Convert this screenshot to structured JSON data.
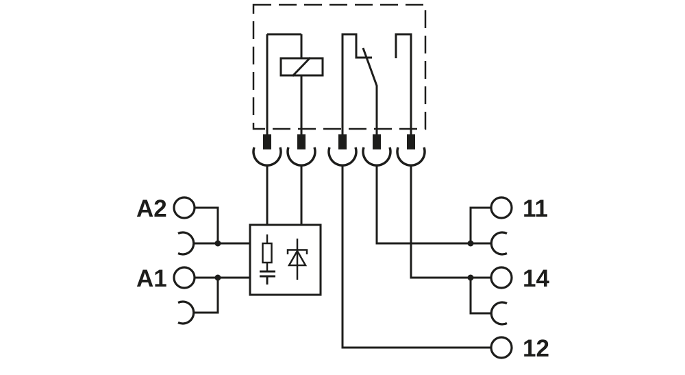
{
  "canvas": {
    "background": "#ffffff",
    "line_color": "#1d1d1b"
  },
  "terminals": {
    "left": [
      {
        "label": "A2"
      },
      {
        "label": "A1"
      }
    ],
    "right": [
      {
        "label": "11"
      },
      {
        "label": "14"
      },
      {
        "label": "12"
      }
    ]
  },
  "symbols": {
    "relay_area": "dashed-outline-box",
    "coil": "relay-coil-icon",
    "contact": "changeover-contact-icon",
    "nc_path_terminal": "12",
    "no_path_terminal": "14",
    "common_terminal": "11",
    "plug_pins_count": 5,
    "suppressor_box": [
      "resistor-icon",
      "capacitor-icon",
      "diode-icon"
    ],
    "socket_symbols": "half-circle-plug-sockets",
    "terminal_circles": "screw-terminal-circles"
  }
}
